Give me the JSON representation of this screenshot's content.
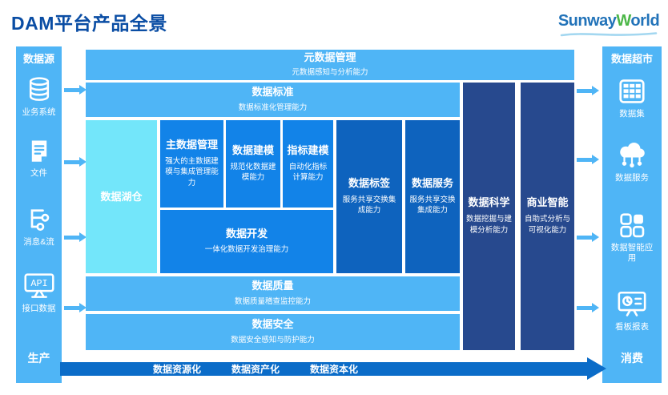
{
  "title": "DAM平台产品全景",
  "logo": {
    "text_blue_1": "Sunway",
    "text_green": "W",
    "text_blue_2": "orld"
  },
  "colors": {
    "title-blue": "#0A4DA4",
    "light-blue": "#4FB5F6",
    "cyan": "#73E6FA",
    "mid-blue": "#1283E8",
    "deep-blue": "#0E63BE",
    "navy": "#27498E",
    "flow-blue": "#0B6CC8",
    "logo-blue": "#2273B9",
    "logo-green": "#4CB748",
    "swoosh-blue": "#A3D7F0"
  },
  "left_sidebar": {
    "header": "数据源",
    "footer": "生产",
    "items": [
      {
        "icon": "database-icon",
        "label": "业务系统"
      },
      {
        "icon": "file-icon",
        "label": "文件"
      },
      {
        "icon": "stream-icon",
        "label": "消息&流"
      },
      {
        "icon": "api-icon",
        "label": "接口数据"
      }
    ]
  },
  "right_sidebar": {
    "header": "数据超市",
    "footer": "消费",
    "items": [
      {
        "icon": "dataset-grid-icon",
        "label": "数据集"
      },
      {
        "icon": "cloud-service-icon",
        "label": "数据服务"
      },
      {
        "icon": "apps-icon",
        "label": "数据智能应用"
      },
      {
        "icon": "dashboard-icon",
        "label": "看板报表"
      }
    ]
  },
  "blocks": {
    "metadata": {
      "title": "元数据管理",
      "subtitle": "元数据感知与分析能力"
    },
    "standard": {
      "title": "数据标准",
      "subtitle": "数据标准化管理能力"
    },
    "lakehouse": {
      "title": "数据湖仓"
    },
    "mdm": {
      "title": "主数据管理",
      "subtitle": "强大的主数据建模与集成管理能力"
    },
    "modeling": {
      "title": "数据建模",
      "subtitle": "规范化数据建模能力"
    },
    "indicator": {
      "title": "指标建模",
      "subtitle": "自动化指标计算能力"
    },
    "tag": {
      "title": "数据标签",
      "subtitle": "服务共享交换集成能力"
    },
    "service": {
      "title": "数据服务",
      "subtitle": "服务共享交换集成能力"
    },
    "development": {
      "title": "数据开发",
      "subtitle": "一体化数据开发治理能力"
    },
    "quality": {
      "title": "数据质量",
      "subtitle": "数据质量稽查监控能力"
    },
    "security": {
      "title": "数据安全",
      "subtitle": "数据安全感知与防护能力"
    },
    "science": {
      "title": "数据科学",
      "subtitle": "数据挖掘与建模分析能力"
    },
    "bi": {
      "title": "商业智能",
      "subtitle": "自助式分析与可视化能力"
    }
  },
  "flow": {
    "labels": [
      "数据资源化",
      "数据资产化",
      "数据资本化"
    ]
  }
}
